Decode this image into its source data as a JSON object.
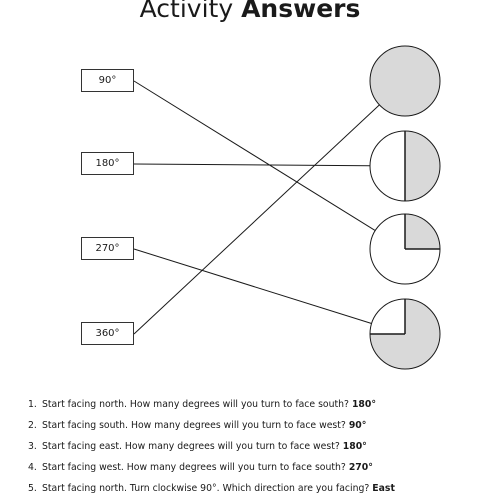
{
  "title": {
    "regular": "Activity",
    "bold": "Answers"
  },
  "angle_labels": [
    "90°",
    "180°",
    "270°",
    "360°"
  ],
  "angle_values": [
    90,
    180,
    270,
    360
  ],
  "fraction_circles": [
    {
      "shaded_fraction": 1.0
    },
    {
      "shaded_fraction": 0.5
    },
    {
      "shaded_fraction": 0.25
    },
    {
      "shaded_fraction": 0.75
    }
  ],
  "matches": [
    {
      "label_index": 0,
      "circle_index": 2
    },
    {
      "label_index": 1,
      "circle_index": 1
    },
    {
      "label_index": 2,
      "circle_index": 3
    },
    {
      "label_index": 3,
      "circle_index": 0
    }
  ],
  "colors": {
    "shade": "#d9d9d9",
    "stroke": "#1a1a1a"
  },
  "questions": [
    {
      "number": "1.",
      "text": "Start facing north. How many degrees will you turn to face south? ",
      "answer": "180°"
    },
    {
      "number": "2.",
      "text": "Start facing south. How many degrees will you turn to face west? ",
      "answer": "90°"
    },
    {
      "number": "3.",
      "text": "Start facing east. How many degrees will you turn to face west? ",
      "answer": "180°"
    },
    {
      "number": "4.",
      "text": "Start facing west. How many degrees will you turn to face south? ",
      "answer": "270°"
    },
    {
      "number": "5.",
      "text": "Start facing north. Turn clockwise 90°. Which direction are you facing? ",
      "answer": "East"
    }
  ]
}
